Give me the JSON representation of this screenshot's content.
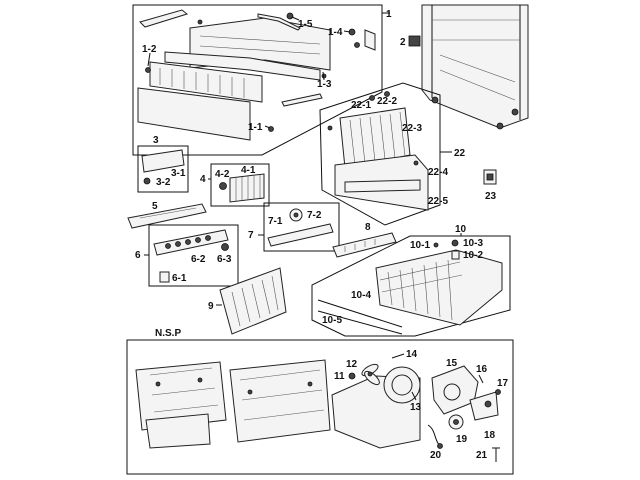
{
  "labels": {
    "l1": "1",
    "l1_2": "1-2",
    "l1_5": "1-5",
    "l1_4": "1-4",
    "l1_3": "1-3",
    "l1_1": "1-1",
    "l2": "2",
    "l22_1": "22-1",
    "l22_2": "22-2",
    "l22_3": "22-3",
    "l22": "22",
    "l22_4": "22-4",
    "l22_5": "22-5",
    "l23": "23",
    "l3": "3",
    "l3_1": "3-1",
    "l3_2": "3-2",
    "l4": "4",
    "l4_2": "4-2",
    "l4_1": "4-1",
    "l5": "5",
    "l6": "6",
    "l6_2": "6-2",
    "l6_3": "6-3",
    "l6_1": "6-1",
    "l7": "7",
    "l7_1": "7-1",
    "l7_2": "7-2",
    "l8": "8",
    "l9": "9",
    "l10": "10",
    "l10_1": "10-1",
    "l10_3": "10-3",
    "l10_2": "10-2",
    "l10_4": "10-4",
    "l10_5": "10-5",
    "nsp": "N.S.P",
    "l11": "11",
    "l12": "12",
    "l13": "13",
    "l14": "14",
    "l15": "15",
    "l16": "16",
    "l17": "17",
    "l18": "18",
    "l19": "19",
    "l20": "20",
    "l21": "21"
  }
}
